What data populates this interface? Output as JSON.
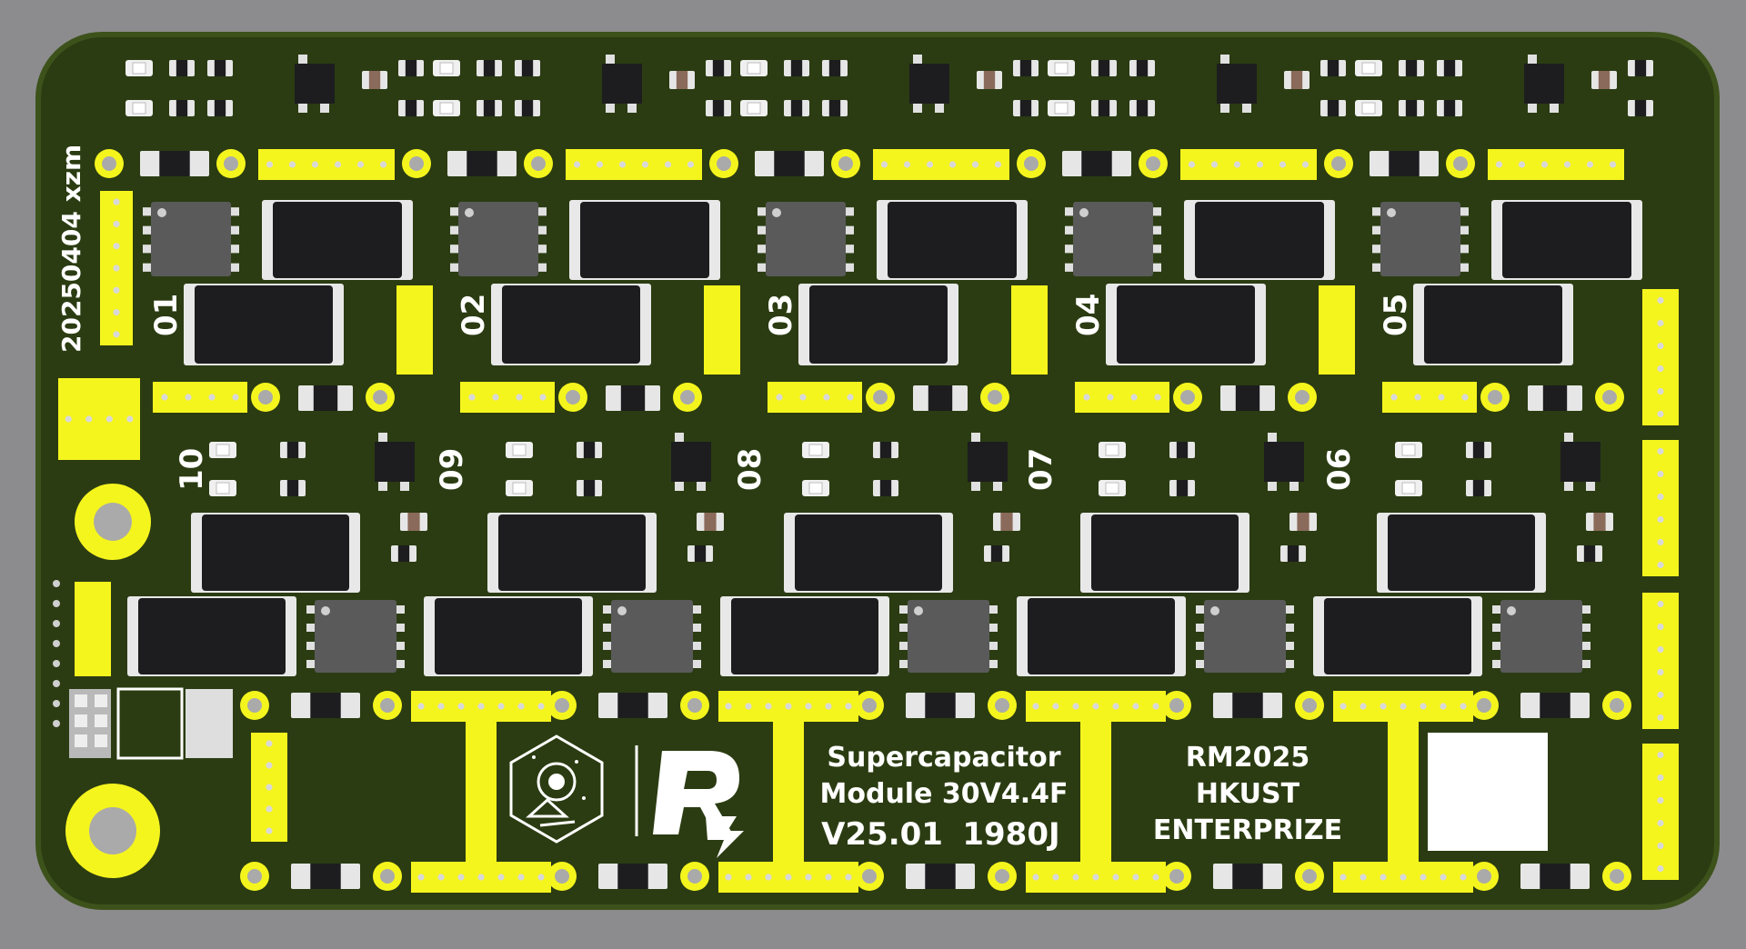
{
  "board": {
    "date_tag": "20250404 xzm",
    "title_line1": "Supercapacitor",
    "title_line2": "Module 30V4.4F",
    "version": "V25.01",
    "code": "1980J",
    "event": "RM2025",
    "school": "HKUST",
    "team": "ENTERPRIZE"
  },
  "top_channels": [
    "01",
    "02",
    "03",
    "04",
    "05"
  ],
  "bottom_channels": [
    "10",
    "09",
    "08",
    "07",
    "06"
  ],
  "colors": {
    "background": "#8c8c8e",
    "board": "#2b3c12",
    "board_edge": "#3d521b",
    "pad": "#f5f51e",
    "silkscreen": "#ffffff",
    "component_body": "#1d1d1f",
    "ic_body": "#5a5a5a"
  },
  "icons": {
    "team_logo": "hexagon-logo-icon",
    "brand_logo": "r-logo-icon"
  }
}
